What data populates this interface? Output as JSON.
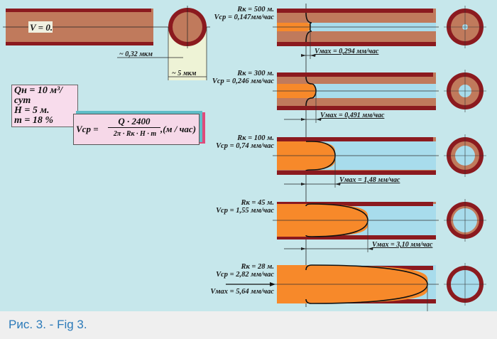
{
  "diagram": {
    "static_pipe": {
      "label": "V = 0.",
      "wall_label": "~ 0,32 мкм",
      "diameter_label": "~ 5 мкм"
    },
    "params": {
      "q": "Qн = 10 м³/сут",
      "h": "H = 5 м.",
      "m": "m = 18 %"
    },
    "formula": {
      "lhs": "Vср =",
      "numerator": "Q · 2400",
      "denominator": "2π · Rк · H · m",
      "units": ",(м / час)"
    },
    "rows": [
      {
        "rk": "Rк = 500 м.",
        "vcp": "Vср = 0,147мм/час",
        "vmax": "Vмах = 0,294 мм/час",
        "vmax_value": 0.294
      },
      {
        "rk": "Rк = 300 м.",
        "vcp": "Vср = 0,246 мм/час",
        "vmax": "Vмах = 0,491 мм/час",
        "vmax_value": 0.491
      },
      {
        "rk": "Rк = 100 м.",
        "vcp": "Vср = 0,74 мм/час",
        "vmax": "Vмах = 1,48 мм/час",
        "vmax_value": 1.48
      },
      {
        "rk": "Rк = 45 м.",
        "vcp": "Vср = 1,55 мм/час",
        "vmax": "Vмах = 3,10 мм/час",
        "vmax_value": 3.1
      },
      {
        "rk": "Rк = 28 м.",
        "vcp": "Vср = 2,82 мм/час",
        "vmax": "Vмах = 5,64 мм/час",
        "vmax_value": 5.64
      }
    ],
    "colors": {
      "wall": "#8b1a1f",
      "rock": "#c07a5c",
      "fluid": "#f7892a",
      "water": "#a8dcec",
      "bg": "#c6e7eb"
    }
  },
  "caption": "Рис. 3. - Fig 3."
}
